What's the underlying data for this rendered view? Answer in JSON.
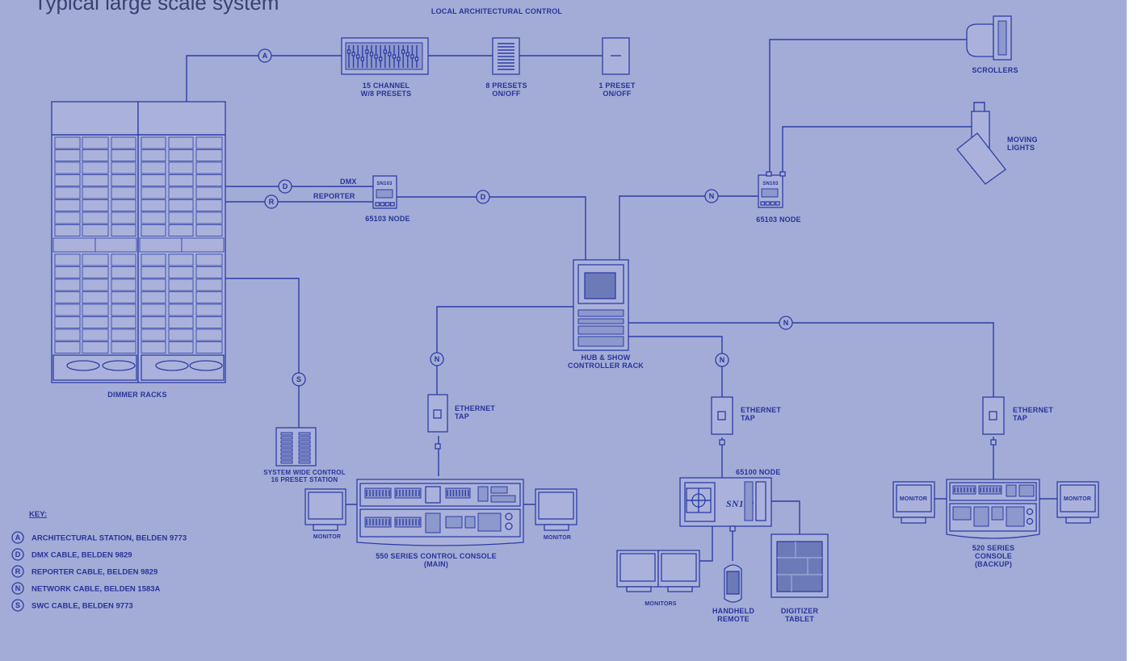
{
  "title": "Typical large scale system",
  "header_label": "LOCAL ARCHITECTURAL CONTROL",
  "devices": {
    "fader_15": "15 CHANNEL\nW/8 PRESETS",
    "presets_8": "8 PRESETS\nON/OFF",
    "preset_1": "1 PRESET\nON/OFF",
    "scrollers": "SCROLLERS",
    "moving_lights": "MOVING\nLIGHTS",
    "node_left": "65103 NODE",
    "node_right": "65103 NODE",
    "dmx_label": "DMX",
    "reporter_label": "REPORTER",
    "dimmer_racks": "DIMMER RACKS",
    "hub": "HUB & SHOW\nCONTROLLER RACK",
    "tap_left": "ETHERNET\nTAP",
    "tap_mid": "ETHERNET\nTAP",
    "tap_right": "ETHERNET\nTAP",
    "swc_station": "SYSTEM WIDE CONTROL\n16 PRESET STATION",
    "monitor": "MONITOR",
    "console_550": "550 SERIES CONTROL CONSOLE\n(MAIN)",
    "node_65100": "65100 NODE",
    "sn100_mark": "SN100",
    "node_mark": "SN103",
    "monitors": "MONITORS",
    "handheld": "HANDHELD\nREMOTE",
    "digitizer": "DIGITIZER\nTABLET",
    "console_520": "520 SERIES\nCONSOLE\n(BACKUP)"
  },
  "bubbles": {
    "a": "A",
    "d": "D",
    "r": "R",
    "n": "N",
    "s": "S"
  },
  "key": {
    "heading": "KEY:",
    "items": [
      {
        "letter": "A",
        "text": "ARCHITECTURAL STATION, BELDEN 9773"
      },
      {
        "letter": "D",
        "text": "DMX CABLE, BELDEN 9829"
      },
      {
        "letter": "R",
        "text": "REPORTER CABLE, BELDEN 9829"
      },
      {
        "letter": "N",
        "text": "NETWORK CABLE, BELDEN 1583A"
      },
      {
        "letter": "S",
        "text": "SWC CABLE, BELDEN 9773"
      }
    ]
  },
  "colors": {
    "background": "#a3acd6",
    "line": "#2e3da6",
    "title": "#3a4070"
  }
}
